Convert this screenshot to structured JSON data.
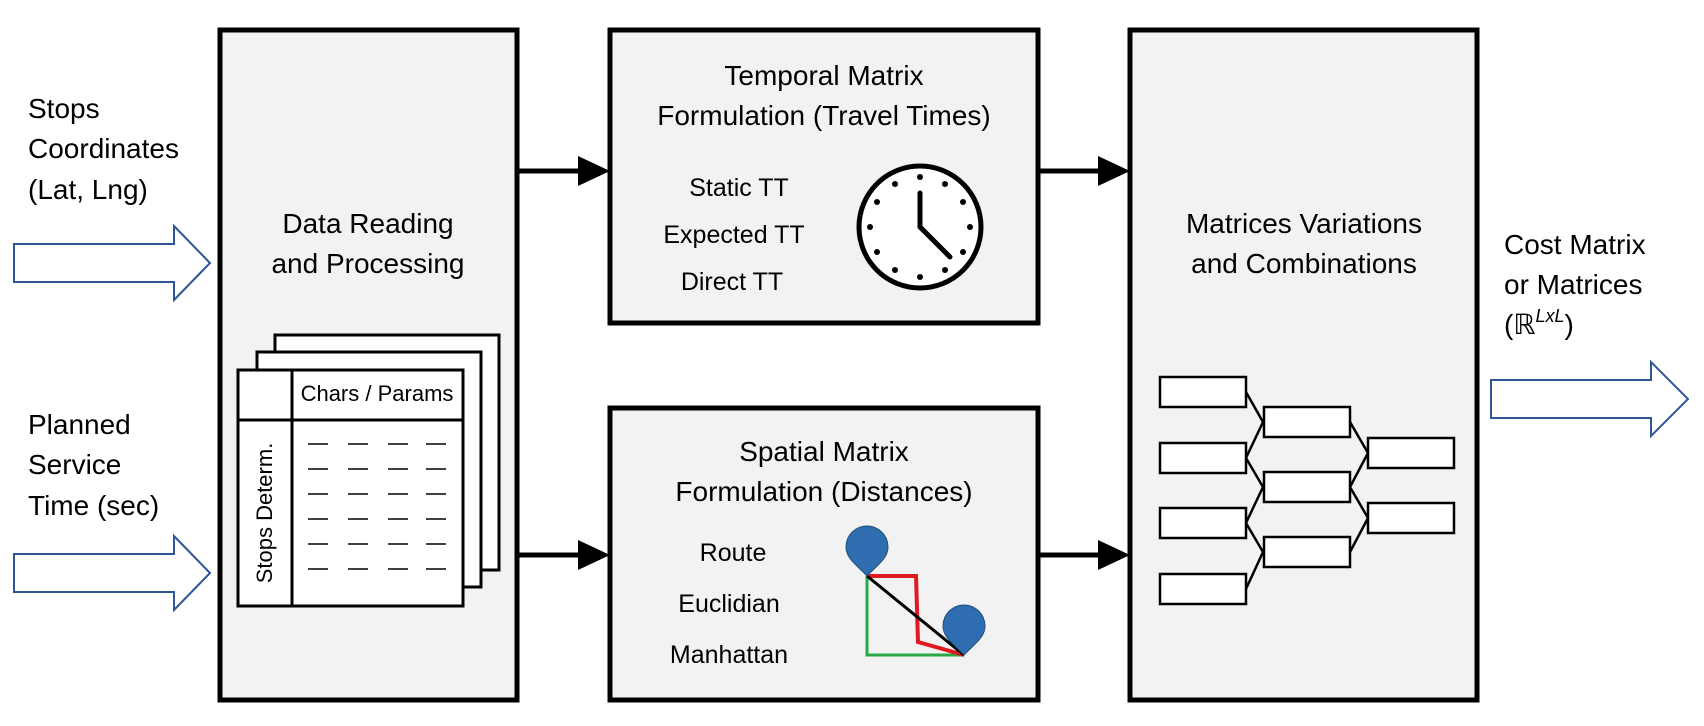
{
  "inputs": {
    "stops_coordinates": [
      "Stops",
      "Coordinates",
      "(Lat, Lng)"
    ],
    "planned_service_time": [
      "Planned",
      "Service",
      "Time (sec)"
    ]
  },
  "data_box": {
    "title": [
      "Data Reading",
      "and Processing"
    ],
    "table_header": "Chars / Params",
    "table_row_header": "Stops Determ."
  },
  "temporal_box": {
    "title": [
      "Temporal Matrix",
      "Formulation (Travel Times)"
    ],
    "items": [
      "Static TT",
      "Expected TT",
      "Direct TT"
    ]
  },
  "spatial_box": {
    "title": [
      "Spatial Matrix",
      "Formulation (Distances)"
    ],
    "items": [
      "Route",
      "Euclidian",
      "Manhattan"
    ]
  },
  "variations_box": {
    "title": [
      "Matrices Variations",
      "and Combinations"
    ]
  },
  "output": {
    "lines": [
      "Cost Matrix",
      "or Matrices"
    ],
    "symbol_prefix": "(ℝ",
    "symbol_sup": "LxL",
    "symbol_suffix": ")"
  },
  "colors": {
    "input_arrow": "#2f5597",
    "box_fill": "#f2f2f2",
    "map_pin": "#2e6db0",
    "route_path": "#e0191e",
    "manhattan_path": "#2aa845",
    "euclidian_path": "#000000"
  }
}
